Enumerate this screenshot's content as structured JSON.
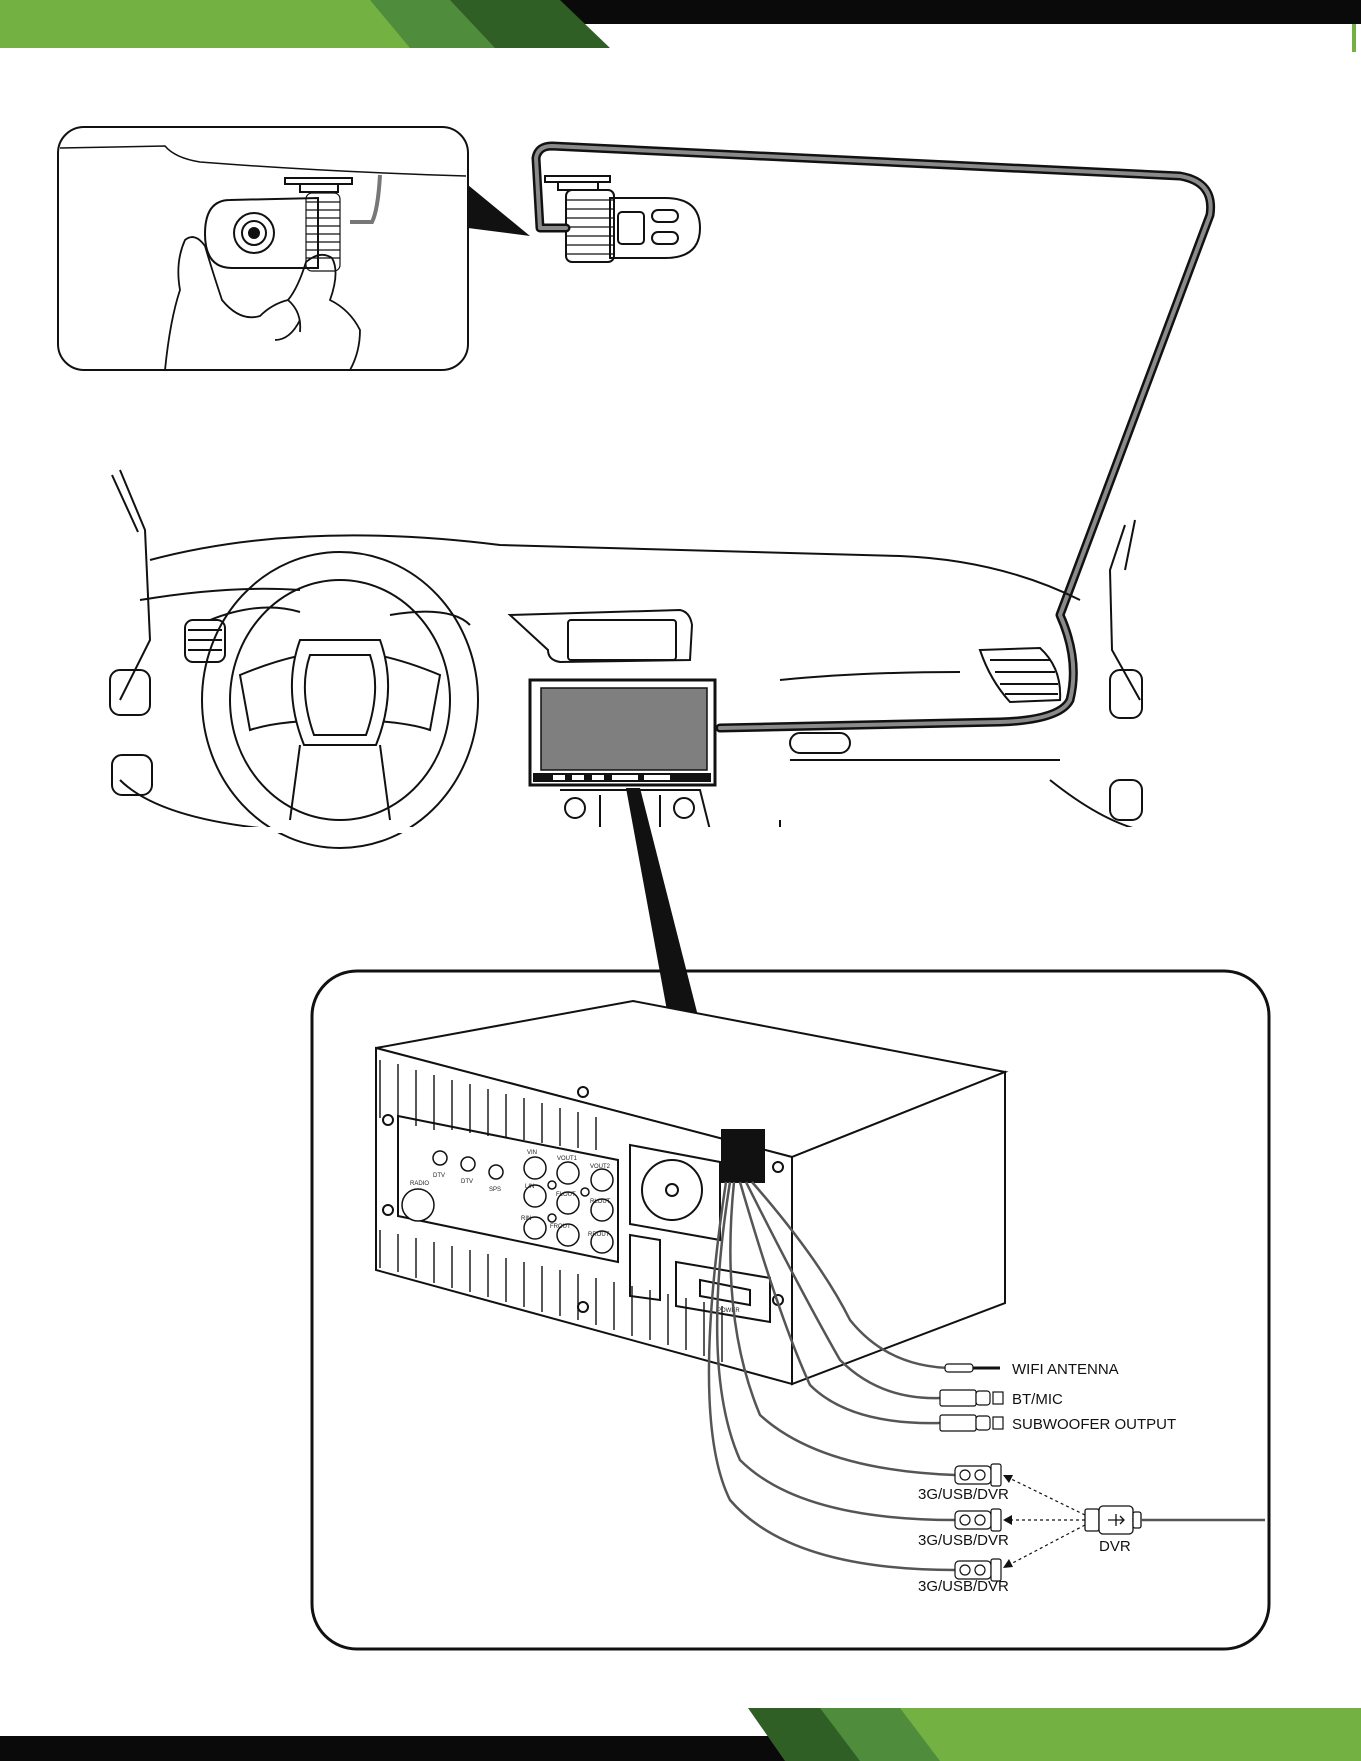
{
  "colors": {
    "bar": "#0a0a0a",
    "green_light": "#74b143",
    "green_mid": "#4f8d3c",
    "green_dark": "#2f5f24",
    "screen": "#7f7f7f",
    "line": "#111111",
    "cable": "#555555"
  },
  "icons": {
    "camera": "dashcam-icon",
    "hand": "hand-icon",
    "usb": "usb-plug-icon"
  },
  "connectors": {
    "wifi": "WIFI ANTENNA",
    "btmic": "BT/MIC",
    "sub": "SUBWOOFER OUTPUT",
    "usb1": "3G/USB/DVR",
    "usb2": "3G/USB/DVR",
    "usb3": "3G/USB/DVR",
    "dvr": "DVR"
  },
  "rear_panel": {
    "dtv1": "DTV",
    "dtv2": "DTV",
    "sps": "SPS",
    "radio": "RADIO",
    "vin": "VIN",
    "vout1": "VOUT1",
    "vout2": "VOUT2",
    "lin": "LIN",
    "rin": "RIN",
    "flout": "FLOUT",
    "frout": "FROUT",
    "rlout": "RLOUT",
    "rrout": "RROUT",
    "power": "POWER"
  }
}
